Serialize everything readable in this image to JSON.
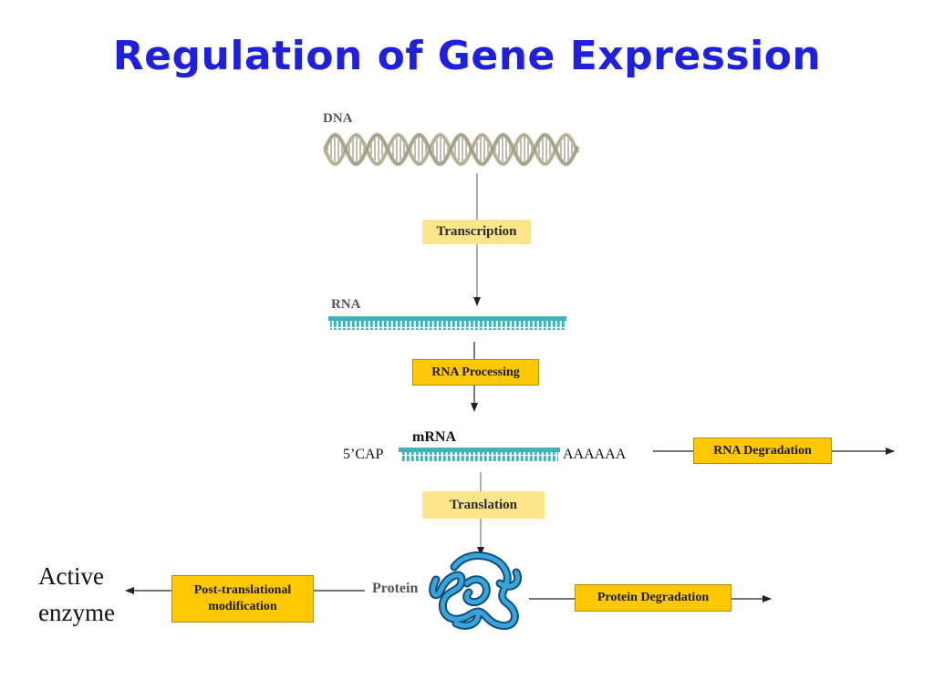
{
  "title": "Regulation of Gene Expression",
  "diagram": {
    "labels": {
      "dna": "DNA",
      "rna": "RNA",
      "mrna": "mRNA",
      "cap": "5’CAP",
      "polya": "AAAAAA",
      "protein": "Protein",
      "active_enzyme_line1": "Active",
      "active_enzyme_line2": "enzyme"
    },
    "steps": {
      "transcription": "Transcription",
      "rna_processing": "RNA Processing",
      "translation": "Translation",
      "rna_degradation": "RNA Degradation",
      "post_translational_line1": "Post-translational",
      "post_translational_line2": "modification",
      "protein_degradation": "Protein Degradation"
    },
    "colors": {
      "title": "#1f1fe0",
      "step_box": "#ffc800",
      "step_box_pale": "#fde58c",
      "rna_strand": "#3fb4b8",
      "dna_strand": "#c9c4ac",
      "protein": "#2f8fc4"
    }
  }
}
